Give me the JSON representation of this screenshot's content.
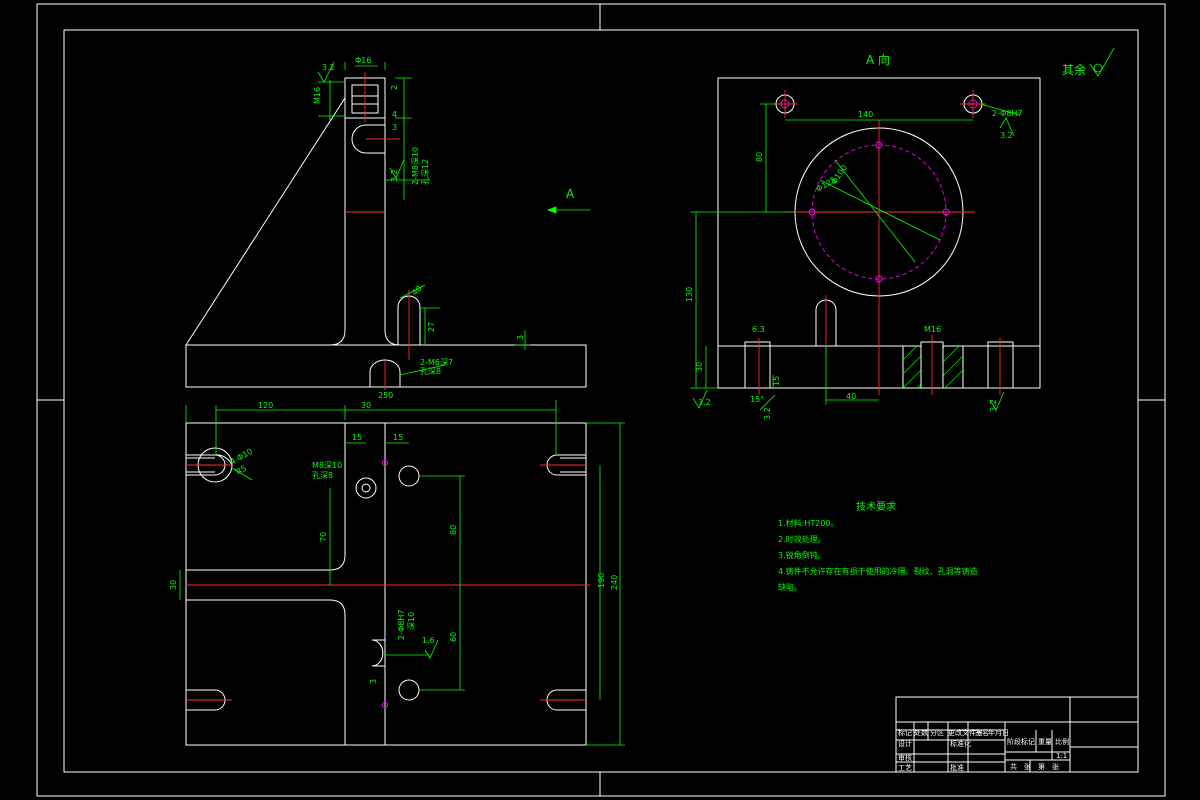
{
  "view_label": "A 向",
  "section_arrow_label": "A",
  "surface_note": "其余",
  "top_view_dims": {
    "ra_top": "3.2",
    "phi16": "Φ16",
    "m16": "M16",
    "d2": "2",
    "d4": "4",
    "d3": "3",
    "hole_note_1": "2-M8深10",
    "hole_note_2": "孔深12",
    "ra_hole": "3.2",
    "d40": "40",
    "d27": "27",
    "d3b": "3",
    "slot_note_1": "2-M6深7",
    "slot_note_2": "孔深8"
  },
  "plan_view_dims": {
    "d120": "120",
    "d30": "30",
    "d250": "250",
    "d15": "15",
    "d15b": "15",
    "slot_phi": "4-Φ10",
    "slot_r": "R5",
    "m8_note_1": "M8深10",
    "m8_note_2": "孔深8",
    "d70": "70",
    "d80": "80",
    "d30b": "30",
    "d190": "190",
    "d240": "240",
    "pin_note_1": "2-Φ8H7",
    "pin_note_2": "深10",
    "ra_pin": "1.6",
    "d60": "60",
    "d3": "3"
  },
  "a_view_dims": {
    "d140": "140",
    "hole_note": "2-Φ8H7",
    "ra_hole": "3.2",
    "d80": "80",
    "phi125": "Φ125",
    "phi100": "Φ100",
    "d130": "130",
    "d30": "30",
    "ra_left": "3.2",
    "ra_63": "6.3",
    "m16": "M16",
    "d40": "40",
    "d15": "15",
    "d15b": "15°",
    "ra_bottom": "3.2",
    "ra_right": "3.2"
  },
  "technical_requirements": {
    "title": "技术要求",
    "items": [
      "1.材料:HT200。",
      "2.时效处理。",
      "3.锐角倒钝。",
      "4.铸件不允许存在有损于使用的冷隔、裂纹、孔洞等铸造",
      "缺陷。"
    ]
  },
  "title_block": {
    "row1": [
      "标记",
      "处数",
      "分区",
      "更改文件号",
      "签名",
      "年月日"
    ],
    "row2": [
      "设计",
      "",
      "标准化"
    ],
    "row3": [
      "审核"
    ],
    "row4": [
      "工艺",
      "",
      "批准"
    ],
    "stage_labels": [
      "阶段标记",
      "重量",
      "比例"
    ],
    "scale": "1:1",
    "sheet_labels": [
      "共",
      "张",
      "第",
      "张"
    ]
  }
}
